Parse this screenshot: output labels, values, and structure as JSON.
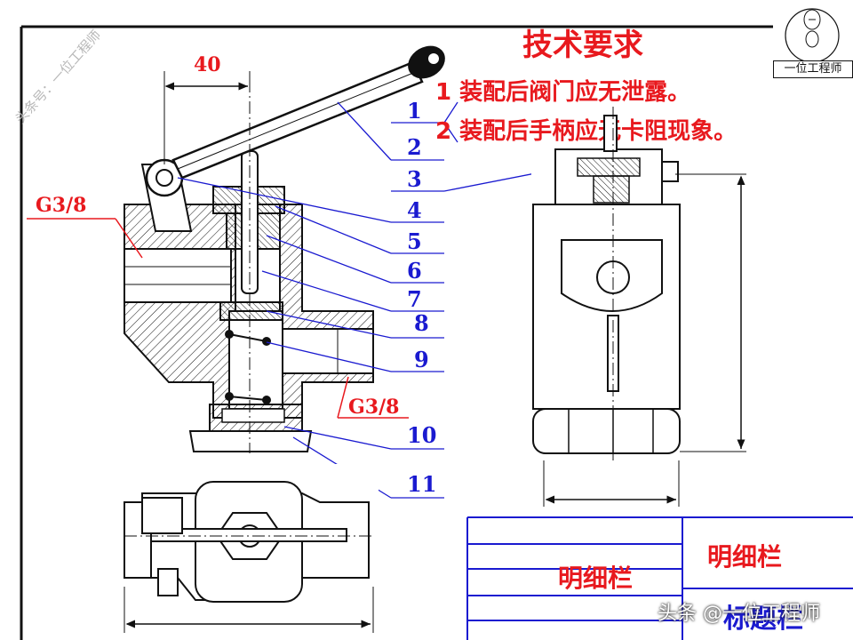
{
  "requirements": {
    "title": "技术要求",
    "item1": "1  装配后阀门应无泄露。",
    "item2": "2  装配后手柄应无卡阻现象。"
  },
  "dimensions": {
    "width_40": "40",
    "port_left": "G3/8",
    "port_right": "G3/8"
  },
  "part_numbers": [
    "1",
    "2",
    "3",
    "4",
    "5",
    "6",
    "7",
    "8",
    "9",
    "10",
    "11"
  ],
  "title_block": {
    "parts_list_a": "明细栏",
    "parts_list_b": "明细栏",
    "title_block": "标题栏"
  },
  "watermarks": {
    "diagonal": "头条号：一位工程师",
    "bottom": "头条 @一位工程师",
    "logo_caption": "一位工程师"
  },
  "colors": {
    "red_text": "#e8191e",
    "blue_text": "#1a1ad0",
    "blue_lines": "#1a1ad0",
    "drawing_black": "#111111"
  }
}
